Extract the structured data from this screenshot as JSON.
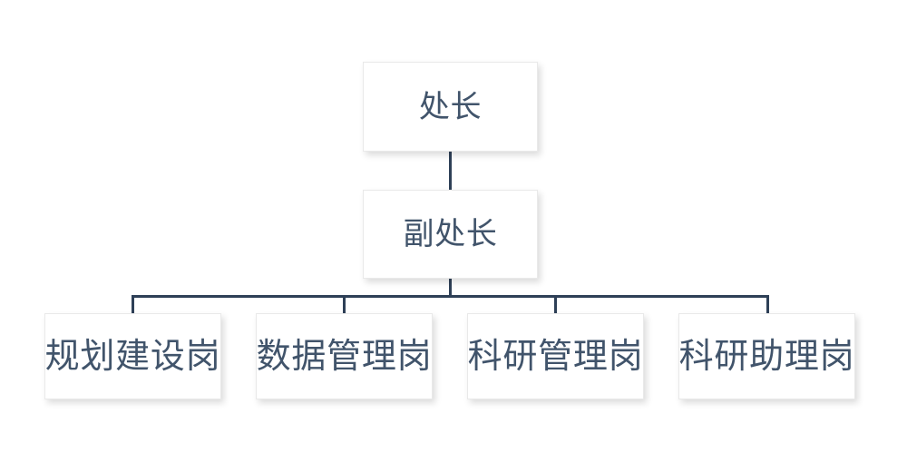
{
  "chart_data": {
    "type": "diagram",
    "subtype": "organization-chart",
    "title": "",
    "orientation": "top-down",
    "levels": 3,
    "theme": {
      "background": "#ffffff",
      "node_fill": "#ffffff",
      "node_border": "#e9e9e9",
      "text_color": "#41546b",
      "connector_color": "#2e4057"
    },
    "nodes": [
      {
        "id": "n1",
        "label": "处长",
        "level": 1,
        "parent": null
      },
      {
        "id": "n2",
        "label": "副处长",
        "level": 2,
        "parent": "n1"
      },
      {
        "id": "n3",
        "label": "规划建设岗",
        "level": 3,
        "parent": "n2"
      },
      {
        "id": "n4",
        "label": "数据管理岗",
        "level": 3,
        "parent": "n2"
      },
      {
        "id": "n5",
        "label": "科研管理岗",
        "level": 3,
        "parent": "n2"
      },
      {
        "id": "n6",
        "label": "科研助理岗",
        "level": 3,
        "parent": "n2"
      }
    ],
    "edges": [
      {
        "from": "n1",
        "to": "n2"
      },
      {
        "from": "n2",
        "to": "n3"
      },
      {
        "from": "n2",
        "to": "n4"
      },
      {
        "from": "n2",
        "to": "n5"
      },
      {
        "from": "n2",
        "to": "n6"
      }
    ]
  },
  "chart": {
    "root": {
      "label": "处长"
    },
    "deputy": {
      "label": "副处长"
    },
    "positions": [
      {
        "label": "规划建设岗"
      },
      {
        "label": "数据管理岗"
      },
      {
        "label": "科研管理岗"
      },
      {
        "label": "科研助理岗"
      }
    ]
  }
}
